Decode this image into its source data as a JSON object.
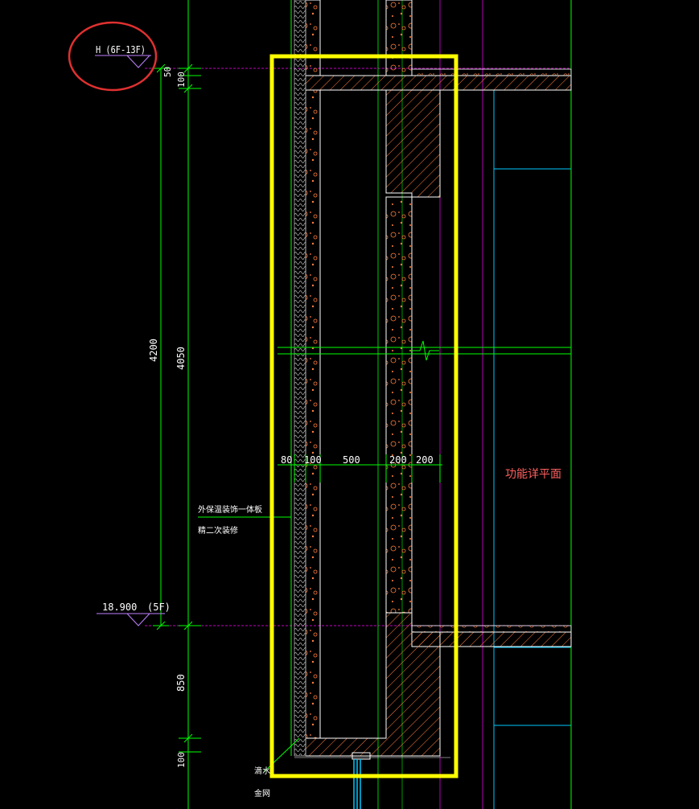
{
  "level_marks": {
    "top": {
      "text": "H (6F-13F)"
    },
    "bottom": {
      "elevation": "18.900",
      "floor": "(5F)"
    }
  },
  "dimensions": {
    "overall_height": "4200",
    "clear_height": "4050",
    "top_slab": "50",
    "top_offset": "100",
    "bottom_sill": "850",
    "bottom_offset": "100",
    "widths": [
      "80",
      "100",
      "500",
      "200",
      "200"
    ]
  },
  "notes": {
    "cladding_line1": "外保温装饰一体板",
    "cladding_line2": "精二次装修",
    "drip_line1": "滴水",
    "drip_line2": "金网"
  },
  "room_label": "功能详平面",
  "colors": {
    "background": "#000000",
    "dimension": "#00ff00",
    "hatch": "#ff7f3f",
    "highlight": "#ffff00",
    "circle": "#e03030",
    "level_line": "#ff00ff",
    "room_text": "#ff6060",
    "outline": "#ffffff",
    "secondary": "#00c8ff"
  }
}
